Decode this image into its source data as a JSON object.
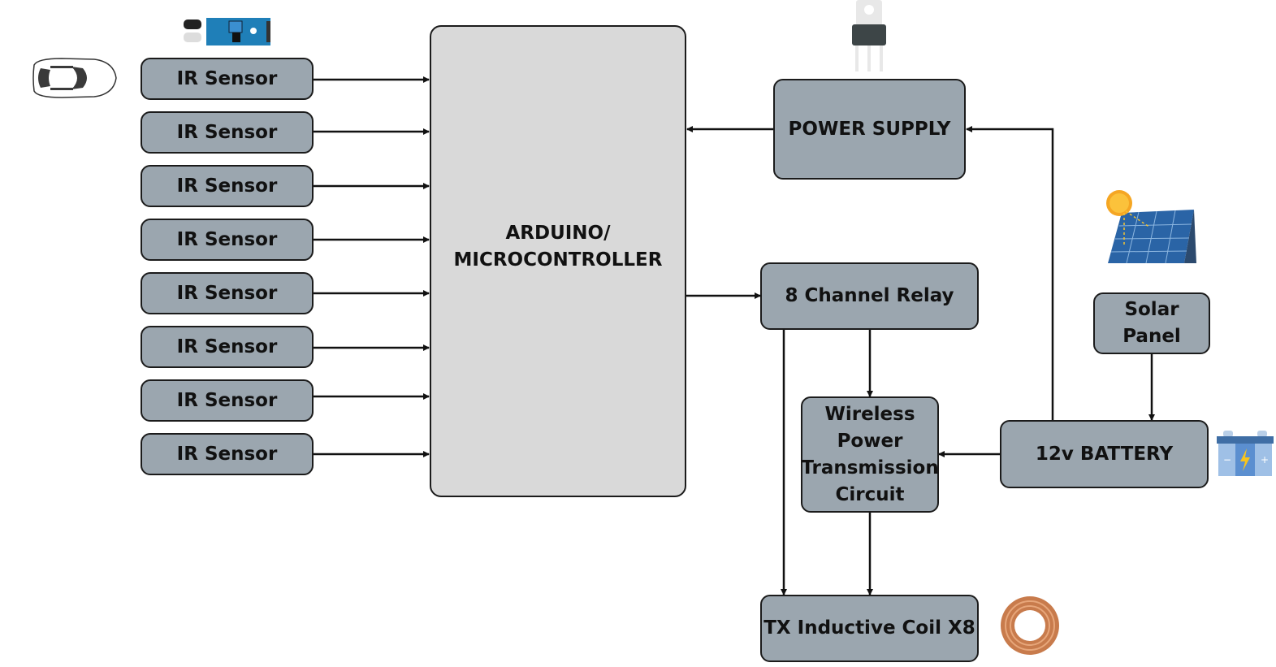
{
  "diagram": {
    "ir_sensors": [
      "IR Sensor",
      "IR Sensor",
      "IR Sensor",
      "IR Sensor",
      "IR Sensor",
      "IR Sensor",
      "IR Sensor",
      "IR Sensor"
    ],
    "microcontroller": {
      "line1": "ARDUINO/",
      "line2": "MICROCONTROLLER"
    },
    "power_supply": "POWER SUPPLY",
    "relay": "8 Channel Relay",
    "wireless": {
      "line1": "Wireless",
      "line2": "Power",
      "line3": "Transmission",
      "line4": "Circuit"
    },
    "coil": "TX Inductive Coil X8",
    "solar_panel": "Solar Panel",
    "battery": "12v BATTERY",
    "icons": [
      "car-icon",
      "ir-sensor-module-icon",
      "voltage-regulator-icon",
      "solar-panel-icon",
      "battery-icon",
      "copper-coil-icon"
    ]
  },
  "colors": {
    "box_fill": "#9ba6af",
    "mcu_fill": "#d9d9d9",
    "stroke": "#1b1b1b"
  }
}
